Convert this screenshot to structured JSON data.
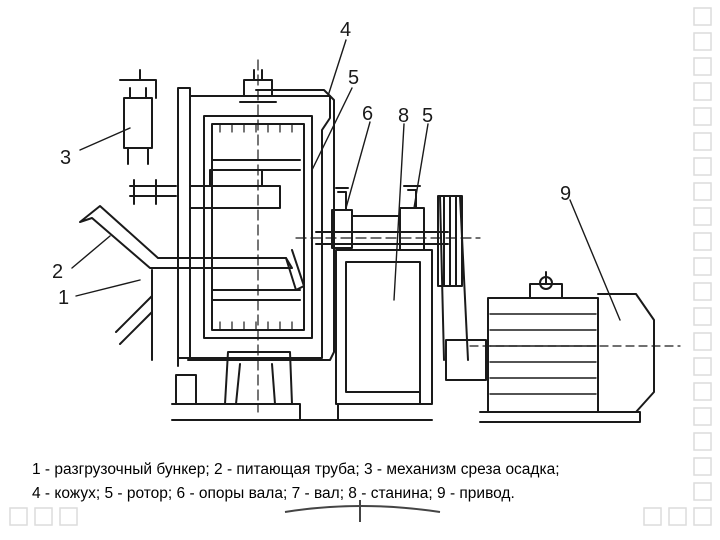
{
  "slide": {
    "background": "#ffffff",
    "grid_color": "#dcdcdc",
    "ink_color": "#1a1a1a"
  },
  "diagram": {
    "callouts": [
      {
        "id": "4",
        "text": "4"
      },
      {
        "id": "5-top",
        "text": "5"
      },
      {
        "id": "6",
        "text": "6"
      },
      {
        "id": "8",
        "text": "8"
      },
      {
        "id": "5-right",
        "text": "5"
      },
      {
        "id": "3",
        "text": "3"
      },
      {
        "id": "9",
        "text": "9"
      },
      {
        "id": "2",
        "text": "2"
      },
      {
        "id": "1",
        "text": "1"
      }
    ]
  },
  "caption": {
    "line1": "1 - разгрузочный бункер; 2 - питающая труба; 3 - механизм среза осадка;",
    "line2": "4 - кожух; 5 - ротор; 6 - опоры вала; 7 - вал; 8 - станина; 9 - привод."
  }
}
